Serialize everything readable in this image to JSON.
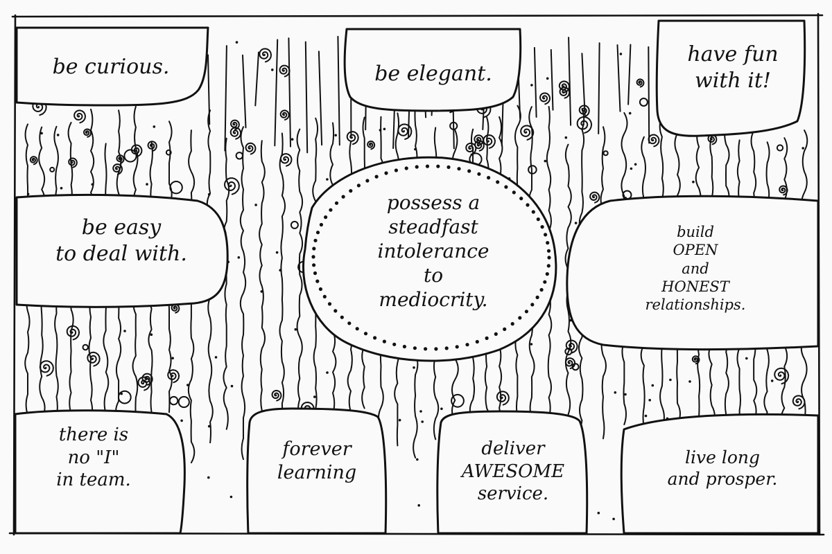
{
  "bubbles": {
    "curious": "be curious.",
    "elegant": "be elegant.",
    "fun": "have fun\nwith it!",
    "easy": "be easy\nto deal with.",
    "center": "possess a\nsteadfast\nintolerance\nto\nmediocrity.",
    "open": "build\nOPEN\nand\nHONEST\nrelationships.",
    "team": "there is\nno \"I\"\nin team.",
    "learning": "forever\nlearning",
    "service": "deliver\nAWESOME\nservice.",
    "prosper": "live long\nand prosper."
  },
  "colors": {
    "ink": "#111111",
    "paper": "#fafafa"
  }
}
